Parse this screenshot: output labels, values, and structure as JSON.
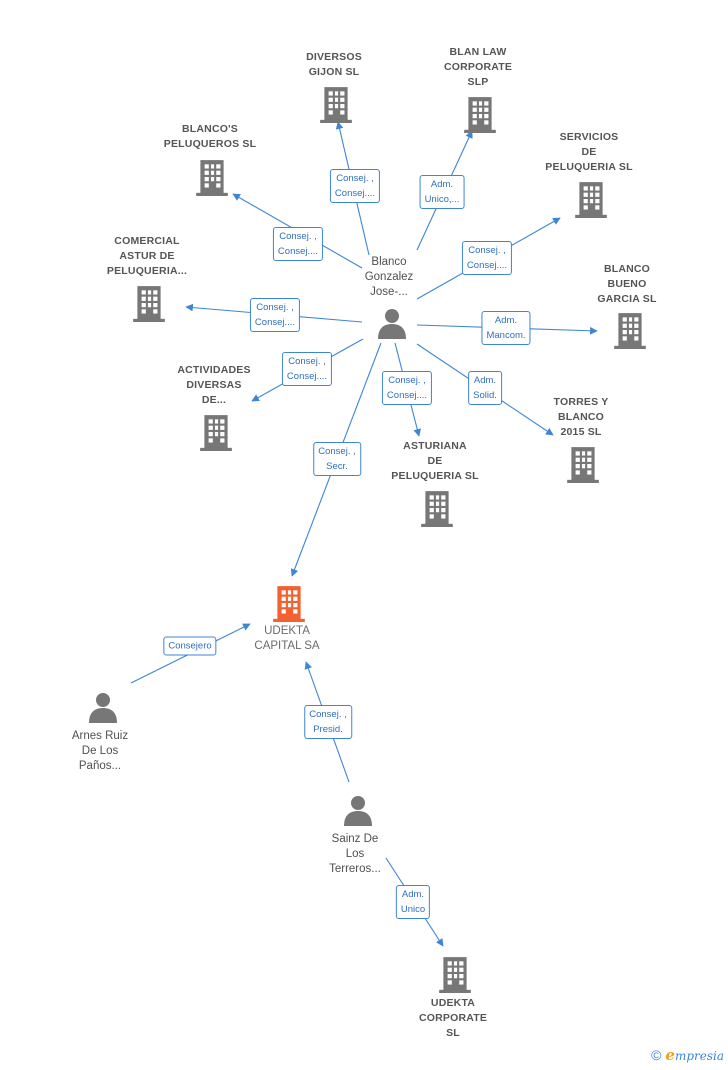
{
  "colors": {
    "edge": "#3d85d6",
    "building": "#777777",
    "main_building": "#f26130",
    "person": "#777777"
  },
  "nodes": [
    {
      "id": "blanco_gonzalez",
      "kind": "person",
      "label": "Blanco\nGonzalez\nJose-..."
    },
    {
      "id": "diversos_gijon",
      "kind": "company",
      "label": "DIVERSOS\nGIJON SL"
    },
    {
      "id": "blan_law",
      "kind": "company",
      "label": "BLAN LAW\nCORPORATE\nSLP"
    },
    {
      "id": "blancos_peluqueros",
      "kind": "company",
      "label": "BLANCO'S\nPELUQUEROS SL"
    },
    {
      "id": "servicios_peluqueria",
      "kind": "company",
      "label": "SERVICIOS\nDE\nPELUQUERIA SL"
    },
    {
      "id": "comercial_astur",
      "kind": "company",
      "label": "COMERCIAL\nASTUR DE\nPELUQUERIA..."
    },
    {
      "id": "blanco_bueno",
      "kind": "company",
      "label": "BLANCO\nBUENO\nGARCIA  SL"
    },
    {
      "id": "actividades_diversas",
      "kind": "company",
      "label": "ACTIVIDADES\nDIVERSAS\nDE..."
    },
    {
      "id": "torres_blanco",
      "kind": "company",
      "label": "TORRES Y\nBLANCO\n2015  SL"
    },
    {
      "id": "asturiana_peluqueria",
      "kind": "company",
      "label": "ASTURIANA\nDE\nPELUQUERIA SL"
    },
    {
      "id": "udekta_capital",
      "kind": "main",
      "label": "UDEKTA\nCAPITAL SA"
    },
    {
      "id": "arnes_ruiz",
      "kind": "person",
      "label": "Arnes Ruiz\nDe Los\nPaños..."
    },
    {
      "id": "sainz_de_los",
      "kind": "person",
      "label": "Sainz De\nLos\nTerreros..."
    },
    {
      "id": "udekta_corporate",
      "kind": "company",
      "label": "UDEKTA\nCORPORATE\nSL"
    }
  ],
  "edges": [
    {
      "from": "blanco_gonzalez",
      "to": "diversos_gijon",
      "label": "Consej. ,\nConsej...."
    },
    {
      "from": "blanco_gonzalez",
      "to": "blan_law",
      "label": "Adm.\nUnico,..."
    },
    {
      "from": "blanco_gonzalez",
      "to": "blancos_peluqueros",
      "label": "Consej. ,\nConsej...."
    },
    {
      "from": "blanco_gonzalez",
      "to": "servicios_peluqueria",
      "label": "Consej. ,\nConsej...."
    },
    {
      "from": "blanco_gonzalez",
      "to": "comercial_astur",
      "label": "Consej. ,\nConsej...."
    },
    {
      "from": "blanco_gonzalez",
      "to": "blanco_bueno",
      "label": "Adm.\nMancom."
    },
    {
      "from": "blanco_gonzalez",
      "to": "actividades_diversas",
      "label": "Consej. ,\nConsej...."
    },
    {
      "from": "blanco_gonzalez",
      "to": "torres_blanco",
      "label": "Adm.\nSolid."
    },
    {
      "from": "blanco_gonzalez",
      "to": "asturiana_peluqueria",
      "label": "Consej. ,\nConsej...."
    },
    {
      "from": "blanco_gonzalez",
      "to": "udekta_capital",
      "label": "Consej. ,\nSecr."
    },
    {
      "from": "arnes_ruiz",
      "to": "udekta_capital",
      "label": "Consejero"
    },
    {
      "from": "sainz_de_los",
      "to": "udekta_capital",
      "label": "Consej. ,\nPresid."
    },
    {
      "from": "sainz_de_los",
      "to": "udekta_corporate",
      "label": "Adm.\nUnico"
    }
  ],
  "footer": {
    "copyright_symbol": "©",
    "brand": "mpresia",
    "brand_initial": "e"
  }
}
